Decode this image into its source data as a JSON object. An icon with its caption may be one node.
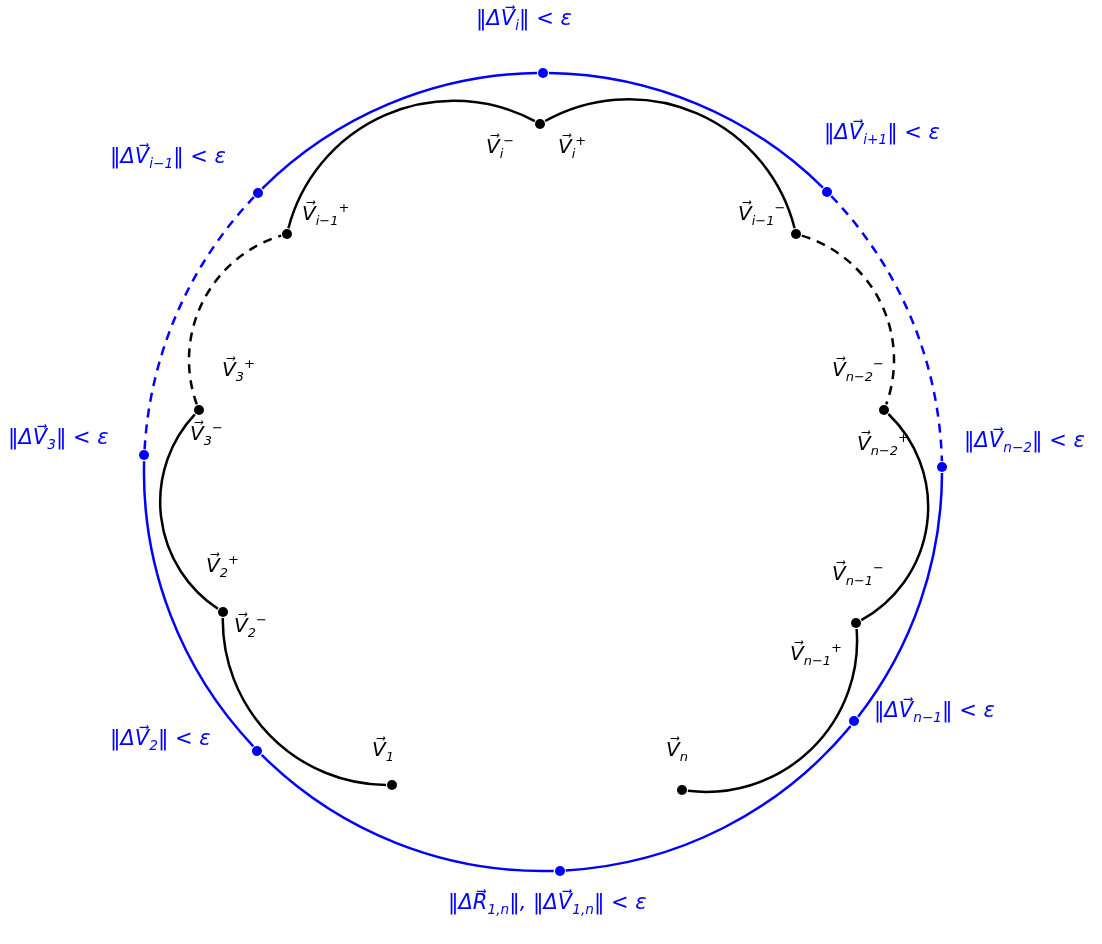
{
  "diagram": {
    "nodes": [
      {
        "text": [],
        "shape": "circle",
        "beside": [
          "V⃗$_{1}$"
        ]
      },
      {
        "text": [],
        "shape": "circle",
        "beside": [
          "V⃗$_{2}$$^{+}$",
          "V⃗$_{2}$$^{−}$"
        ]
      },
      {
        "text": [],
        "shape": "circle",
        "beside": [
          "V⃗$_{3}$$^{+}$",
          "V⃗$_{3}$$^{−}$"
        ]
      },
      {
        "text": [],
        "shape": "circle",
        "beside": [
          "V⃗$_{i−1}$$^{+}$"
        ]
      },
      {
        "text": [],
        "shape": "circle",
        "beside": [
          "V⃗$_{i}$$^{−}$",
          "V⃗$_{i}$$^{+}$"
        ]
      },
      {
        "text": [],
        "shape": "circle",
        "beside": [
          "V⃗$_{i−1}$$^{−}$"
        ]
      },
      {
        "text": [],
        "shape": "circle",
        "beside": [
          "V⃗$_{n−2}$$^{−}$",
          "V⃗$_{n−2}$$^{+}$"
        ]
      },
      {
        "text": [],
        "shape": "circle",
        "beside": [
          "V⃗$_{n−1}$$^{−}$",
          "V⃗$_{n−1}$$^{+}$"
        ]
      },
      {
        "text": [],
        "shape": "circle",
        "beside": [
          "V⃗$_{n}$"
        ]
      },
      {
        "text": [],
        "shape": "circle",
        "beside": [
          "‖ΔV⃗$_{i}$‖ < ε"
        ]
      },
      {
        "text": [],
        "shape": "circle",
        "beside": [
          "‖ΔV⃗$_{i−1}$‖ < ε"
        ]
      },
      {
        "text": [],
        "shape": "circle",
        "beside": [
          "‖ΔV⃗$_{i+1}$‖ < ε"
        ]
      },
      {
        "text": [],
        "shape": "circle",
        "beside": [
          "‖ΔV⃗$_{3}$‖ < ε"
        ]
      },
      {
        "text": [],
        "shape": "circle",
        "beside": [
          "‖ΔV⃗$_{n−2}$‖ < ε"
        ]
      },
      {
        "text": [],
        "shape": "circle",
        "beside": [
          "‖ΔV⃗$_{2}$‖ < ε"
        ]
      },
      {
        "text": [],
        "shape": "circle",
        "beside": [
          "‖ΔV⃗$_{n−1}$‖ < ε"
        ]
      },
      {
        "text": [],
        "shape": "circle",
        "beside": [
          "‖ΔR⃗$_{1,n}$‖, ‖ΔV⃗$_{1,n}$‖ < ε"
        ]
      }
    ],
    "edges": [
      {
        "from": 0,
        "to": 1,
        "arrow": "none"
      },
      {
        "from": 1,
        "to": 2,
        "arrow": "none"
      },
      {
        "from": 2,
        "to": 3,
        "arrow": "none",
        "style": "dashed"
      },
      {
        "from": 3,
        "to": 4,
        "arrow": "none"
      },
      {
        "from": 4,
        "to": 5,
        "arrow": "none"
      },
      {
        "from": 5,
        "to": 6,
        "arrow": "none",
        "style": "dashed"
      },
      {
        "from": 6,
        "to": 7,
        "arrow": "none"
      },
      {
        "from": 7,
        "to": 8,
        "arrow": "none"
      },
      {
        "from": 16,
        "to": 14,
        "arrow": "none",
        "color": "#0000ff"
      },
      {
        "from": 14,
        "to": 12,
        "arrow": "none",
        "color": "#0000ff"
      },
      {
        "from": 12,
        "to": 10,
        "arrow": "none",
        "color": "#0000ff",
        "style": "dashed"
      },
      {
        "from": 10,
        "to": 9,
        "arrow": "none",
        "color": "#0000ff"
      },
      {
        "from": 9,
        "to": 11,
        "arrow": "none",
        "color": "#0000ff"
      },
      {
        "from": 11,
        "to": 13,
        "arrow": "none",
        "color": "#0000ff",
        "style": "dashed"
      },
      {
        "from": 13,
        "to": 15,
        "arrow": "none",
        "color": "#0000ff"
      },
      {
        "from": 15,
        "to": 16,
        "arrow": "none",
        "color": "#0000ff"
      }
    ]
  }
}
